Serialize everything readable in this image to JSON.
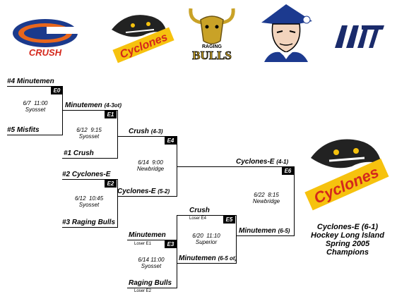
{
  "logos": [
    {
      "name": "Crush",
      "text": "CRUSH",
      "color": "#1b3a8c",
      "accent": "#e8661c"
    },
    {
      "name": "Cyclones-E",
      "text": "Cyclones",
      "color": "#f6c20e",
      "accent": "#d4281c"
    },
    {
      "name": "Raging Bulls",
      "text": "BULLS",
      "small": "RAGING",
      "color": "#c9a227"
    },
    {
      "name": "Minutemen",
      "color": "#1c3a8f"
    },
    {
      "name": "MT",
      "color": "#1a2b6b"
    }
  ],
  "games": {
    "e0": {
      "id": "E0",
      "date": "6/7",
      "time": "11:00",
      "place": "Syosset",
      "top": "#4 Minutemen",
      "bottom": "#5 Misfits"
    },
    "e1": {
      "id": "E1",
      "date": "6/12",
      "time": "9:15",
      "place": "Syosset",
      "top": "Minutemen",
      "top_rec": "(4-3ot)",
      "bottom": "#1 Crush"
    },
    "e2": {
      "id": "E2",
      "date": "6/12",
      "time": "10:45",
      "place": "Syosset",
      "top": "#2 Cyclones-E",
      "bottom": "#3 Raging Bulls"
    },
    "e4": {
      "id": "E4",
      "date": "6/14",
      "time": "9:00",
      "place": "Newbridge",
      "top": "Crush",
      "top_rec": "(4-3)",
      "bottom": "Cyclones-E",
      "bottom_rec": "(5-2)"
    },
    "e3": {
      "id": "E3",
      "date": "6/14",
      "time": "11:00",
      "place": "Syosset",
      "top": "Minutemen",
      "top_note": "Loser E1",
      "bottom": "Raging Bulls",
      "bottom_note": "Loser E2",
      "winner": "Minutemen",
      "winner_rec": "(6-5 ot)"
    },
    "e5": {
      "id": "E5",
      "date": "6/20",
      "time": "11:10",
      "place": "Superior",
      "top": "Crush",
      "top_note": "Loser E4",
      "winner": "Minutemen",
      "winner_rec": "(6-5)"
    },
    "e6": {
      "id": "E6",
      "date": "6/22",
      "time": "8:15",
      "place": "Newbridge",
      "top": "Cyclones-E",
      "top_rec": "(4-1)"
    }
  },
  "champion": {
    "line1": "Cyclones-E (6-1)",
    "line2": "Hockey Long Island",
    "line3": "Spring 2005",
    "line4": "Champions"
  }
}
